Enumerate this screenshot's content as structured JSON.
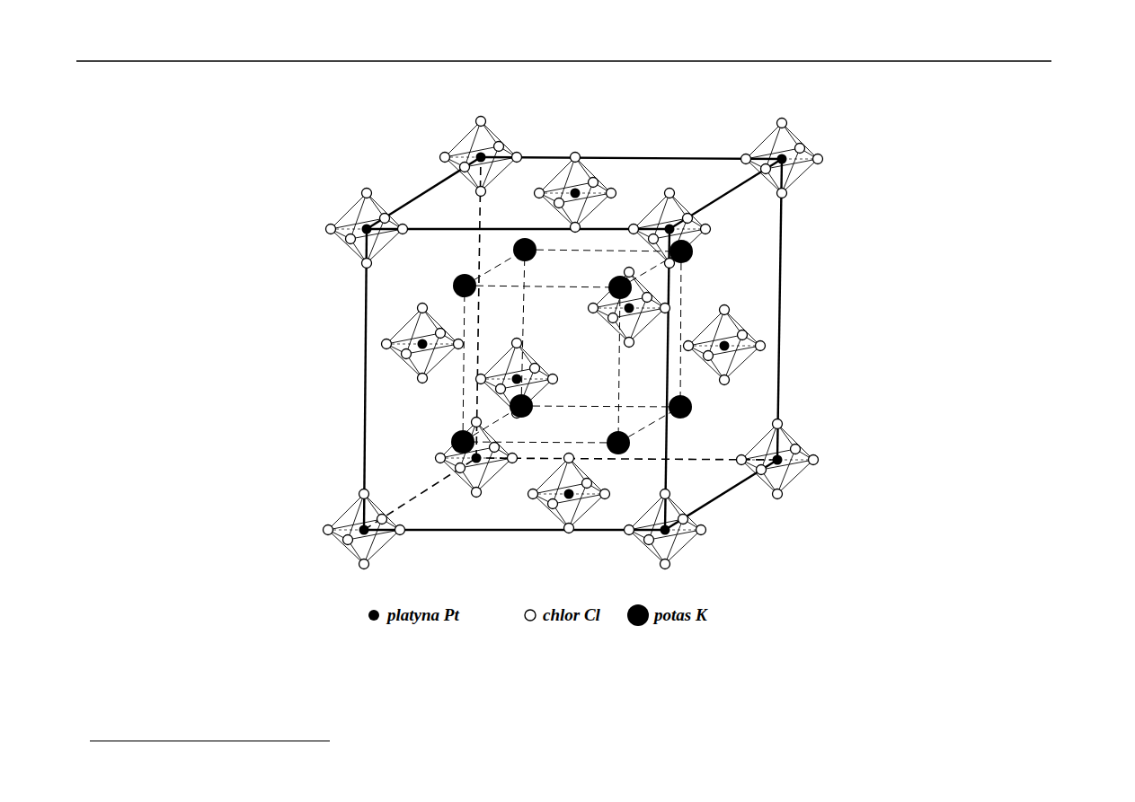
{
  "diagram": {
    "legend": [
      {
        "text": "platyna Pt"
      },
      {
        "text": "chlor Cl"
      },
      {
        "text": "potas K"
      }
    ]
  }
}
